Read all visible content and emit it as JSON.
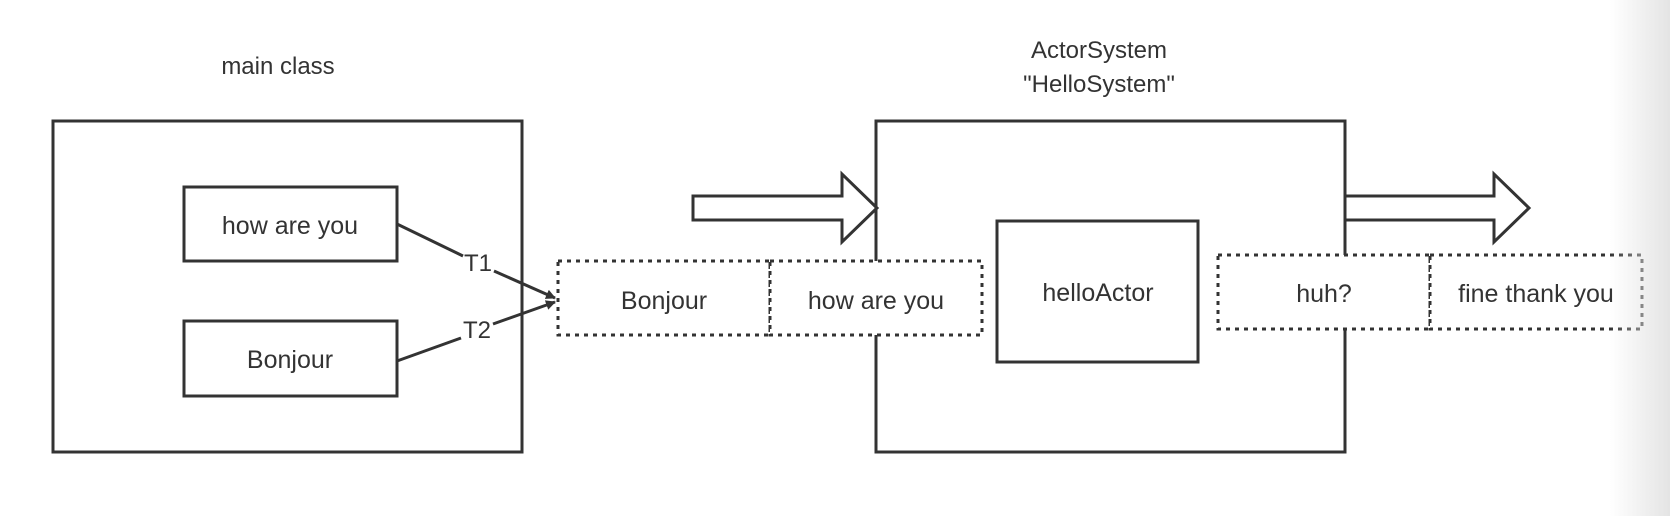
{
  "diagram": {
    "main_class_label": "main class",
    "actor_system_label_line1": "ActorSystem",
    "actor_system_label_line2": "\"HelloSystem\"",
    "main_box_messages": [
      "how are you",
      "Bonjour"
    ],
    "thread_labels": [
      "T1",
      "T2"
    ],
    "input_queue": [
      "Bonjour",
      "how are you"
    ],
    "actor_label": "helloActor",
    "output_queue": [
      "huh?",
      "fine thank you"
    ]
  },
  "colors": {
    "stroke": "#333333",
    "text": "#333333",
    "background": "#ffffff"
  }
}
